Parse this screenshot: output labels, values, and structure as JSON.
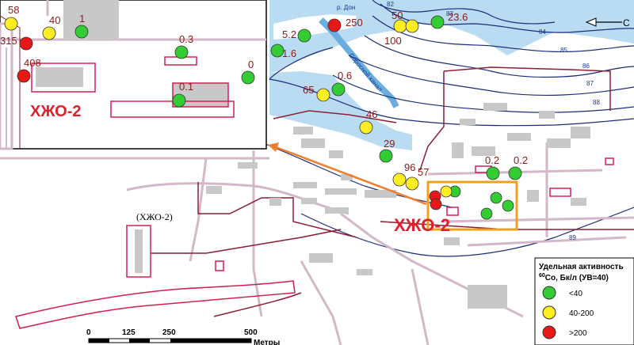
{
  "map": {
    "river_label": "р. Дон",
    "canal_label": "Сбросной канал",
    "north_label": "С",
    "facility_label": "ХЖО-2",
    "facility_label_paren": "(ХЖО-2)",
    "contours": [
      "82",
      "83",
      "84",
      "85",
      "86",
      "87",
      "88",
      "89"
    ]
  },
  "points": [
    {
      "value": "250",
      "cls": "high"
    },
    {
      "value": "50",
      "cls": "mid"
    },
    {
      "value": "100",
      "cls": "mid"
    },
    {
      "value": "23.6",
      "cls": "low"
    },
    {
      "value": "5.2",
      "cls": "low"
    },
    {
      "value": "1.6",
      "cls": "low"
    },
    {
      "value": "65",
      "cls": "mid"
    },
    {
      "value": "0.6",
      "cls": "low"
    },
    {
      "value": "46",
      "cls": "mid"
    },
    {
      "value": "29",
      "cls": "low"
    },
    {
      "value": "96",
      "cls": "mid"
    },
    {
      "value": "57",
      "cls": "mid"
    },
    {
      "value": "0.2",
      "cls": "low"
    },
    {
      "value": "0.2",
      "cls": "low"
    }
  ],
  "inset": {
    "title": "ХЖО-2",
    "points": [
      {
        "value": "58",
        "cls": "mid"
      },
      {
        "value": "40",
        "cls": "mid"
      },
      {
        "value": "1",
        "cls": "low"
      },
      {
        "value": "315",
        "cls": "high"
      },
      {
        "value": "408",
        "cls": "high"
      },
      {
        "value": "0.3",
        "cls": "low"
      },
      {
        "value": "0",
        "cls": "low"
      },
      {
        "value": "0.1",
        "cls": "low"
      }
    ]
  },
  "legend": {
    "title1": "Удельная активность",
    "title2_sup": "60",
    "title2": "Co, Бк/л (УВ=40)",
    "items": [
      {
        "label": "<40",
        "color": "#33cc33"
      },
      {
        "label": "40-200",
        "color": "#ffee22"
      },
      {
        "label": ">200",
        "color": "#e81818"
      }
    ]
  },
  "scale": {
    "ticks": [
      "0",
      "125",
      "250",
      "500"
    ],
    "unit": "Метры"
  },
  "colors": {
    "water": "#b9dcf2",
    "contour": "#1a2d7a",
    "road": "#d2b8c8",
    "building": "#c8c8c8",
    "railway": "#8a1f36",
    "highlight": "#f0a020",
    "arrow": "#ee7f2d"
  }
}
